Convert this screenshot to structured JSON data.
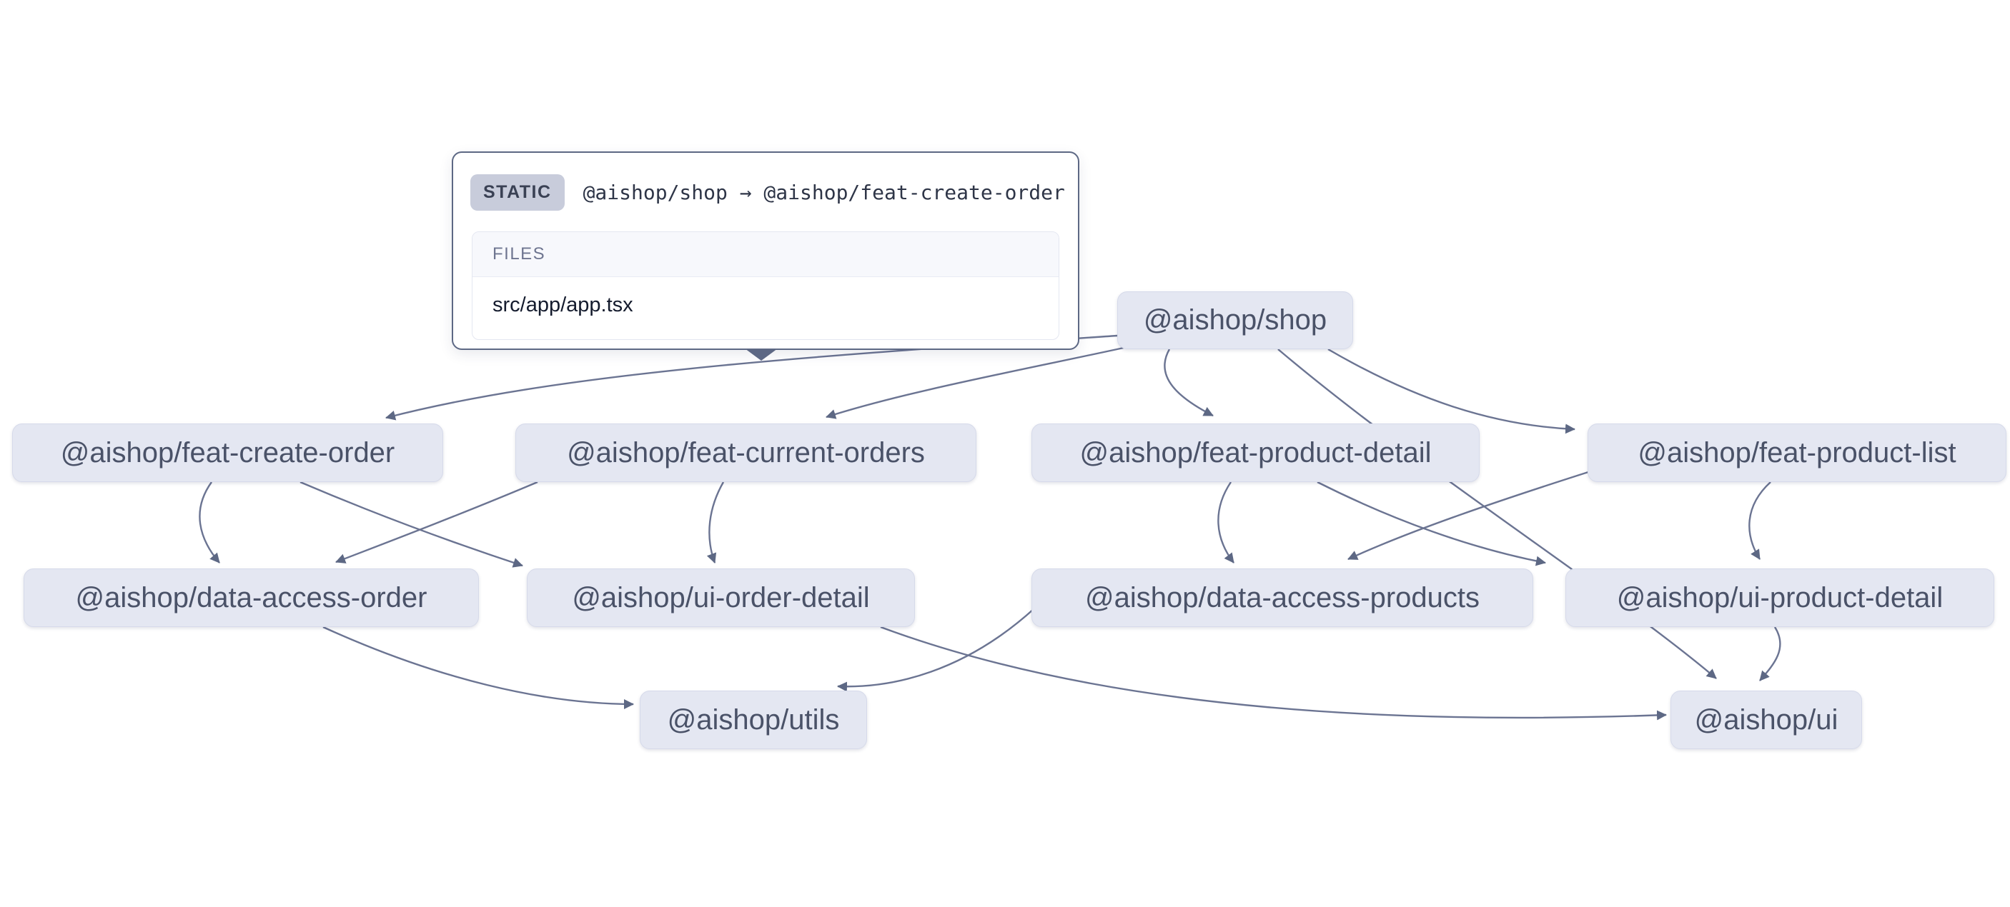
{
  "graph": {
    "nodes": [
      {
        "id": "shop",
        "label": "@aishop/shop"
      },
      {
        "id": "feat-create-order",
        "label": "@aishop/feat-create-order"
      },
      {
        "id": "feat-current-orders",
        "label": "@aishop/feat-current-orders"
      },
      {
        "id": "feat-product-detail",
        "label": "@aishop/feat-product-detail"
      },
      {
        "id": "feat-product-list",
        "label": "@aishop/feat-product-list"
      },
      {
        "id": "data-access-order",
        "label": "@aishop/data-access-order"
      },
      {
        "id": "ui-order-detail",
        "label": "@aishop/ui-order-detail"
      },
      {
        "id": "data-access-products",
        "label": "@aishop/data-access-products"
      },
      {
        "id": "ui-product-detail",
        "label": "@aishop/ui-product-detail"
      },
      {
        "id": "utils",
        "label": "@aishop/utils"
      },
      {
        "id": "ui",
        "label": "@aishop/ui"
      }
    ],
    "edges": [
      {
        "source": "shop",
        "target": "feat-create-order"
      },
      {
        "source": "shop",
        "target": "feat-current-orders"
      },
      {
        "source": "shop",
        "target": "feat-product-detail"
      },
      {
        "source": "shop",
        "target": "feat-product-list"
      },
      {
        "source": "shop",
        "target": "ui"
      },
      {
        "source": "feat-create-order",
        "target": "data-access-order"
      },
      {
        "source": "feat-create-order",
        "target": "ui-order-detail"
      },
      {
        "source": "feat-current-orders",
        "target": "data-access-order"
      },
      {
        "source": "feat-current-orders",
        "target": "ui-order-detail"
      },
      {
        "source": "feat-product-detail",
        "target": "data-access-products"
      },
      {
        "source": "feat-product-detail",
        "target": "ui-product-detail"
      },
      {
        "source": "feat-product-list",
        "target": "data-access-products"
      },
      {
        "source": "feat-product-list",
        "target": "ui-product-detail"
      },
      {
        "source": "data-access-order",
        "target": "utils"
      },
      {
        "source": "data-access-products",
        "target": "utils"
      },
      {
        "source": "ui-order-detail",
        "target": "ui"
      },
      {
        "source": "ui-product-detail",
        "target": "ui"
      }
    ],
    "colors": {
      "page_bg": "#ffffff",
      "node_fill": "#e4e7f2",
      "node_border": "#d6daea",
      "node_text": "#4a5268",
      "edge_stroke": "#6b7492",
      "arrow_fill": "#5d6884",
      "tooltip_border": "#5d6884",
      "badge_bg": "#c8ccdb",
      "badge_text": "#3a4154",
      "files_header_bg": "#f7f8fc",
      "files_header_text": "#6e7590"
    }
  },
  "tooltip": {
    "type_label": "STATIC",
    "edge_text": "@aishop/shop → @aishop/feat-create-order",
    "files_header": "FILES",
    "files": [
      "src/app/app.tsx"
    ]
  }
}
